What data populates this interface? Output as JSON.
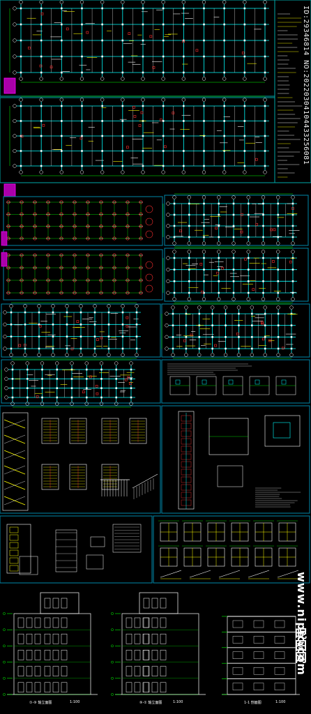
{
  "watermarks": {
    "side_id": "ID:29346814 NO:20220304104433256081",
    "site": "www.nipic.com",
    "logo": "昵图网"
  },
  "captions": {
    "elev1": "①-⑨ 轴立面图",
    "elev2": "⑨-① 轴立面图",
    "section": "1-1 剖面图",
    "scale1": "1:100",
    "scale2": "1:100",
    "scale3": "1:100"
  },
  "colors": {
    "background": "#000000",
    "grid_green": "#00ff00",
    "cyan": "#00ffff",
    "white": "#ffffff",
    "red": "#ff3030",
    "yellow": "#ffff00",
    "magenta": "#ff00ff",
    "panel_border": "#00aaaa"
  }
}
